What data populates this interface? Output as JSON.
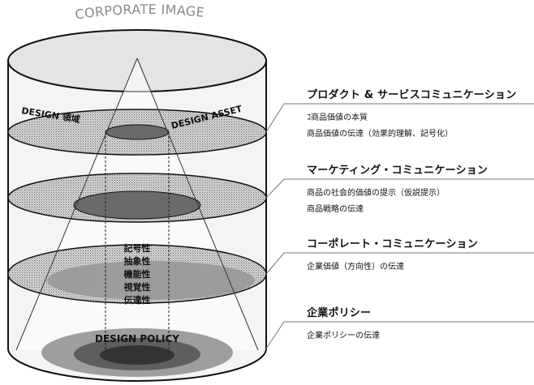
{
  "title": "CORPORATE IMAGE",
  "cylinder": {
    "left_label": "DESIGN 領域",
    "right_label": "DESIGN ASSET",
    "cone_attributes": [
      "記号性",
      "抽象性",
      "機能性",
      "視覚性",
      "伝達性"
    ],
    "base_label": "DESIGN POLICY"
  },
  "levels": [
    {
      "title": "プロダクト & サービスコミュニケーション",
      "items": [
        "ｺ商品価値の本質",
        "商品価値の伝達（効果的理解、記号化）"
      ]
    },
    {
      "title": "マーケティング・コミュニケーション",
      "items": [
        "商品の社会的価値の提示（仮説提示）",
        "商品戦略の伝達"
      ]
    },
    {
      "title": "コーポレート・コミュニケーション",
      "items": [
        "企業価値（方向性）の伝達"
      ]
    },
    {
      "title": "企業ポリシー",
      "items": [
        "企業ポリシーの伝達"
      ]
    }
  ],
  "colors": {
    "band_fill": "#c9c9c9",
    "inner_ellipse": "#6e6e6e",
    "outline": "#111111",
    "title_gray": "#8a8a8a"
  }
}
